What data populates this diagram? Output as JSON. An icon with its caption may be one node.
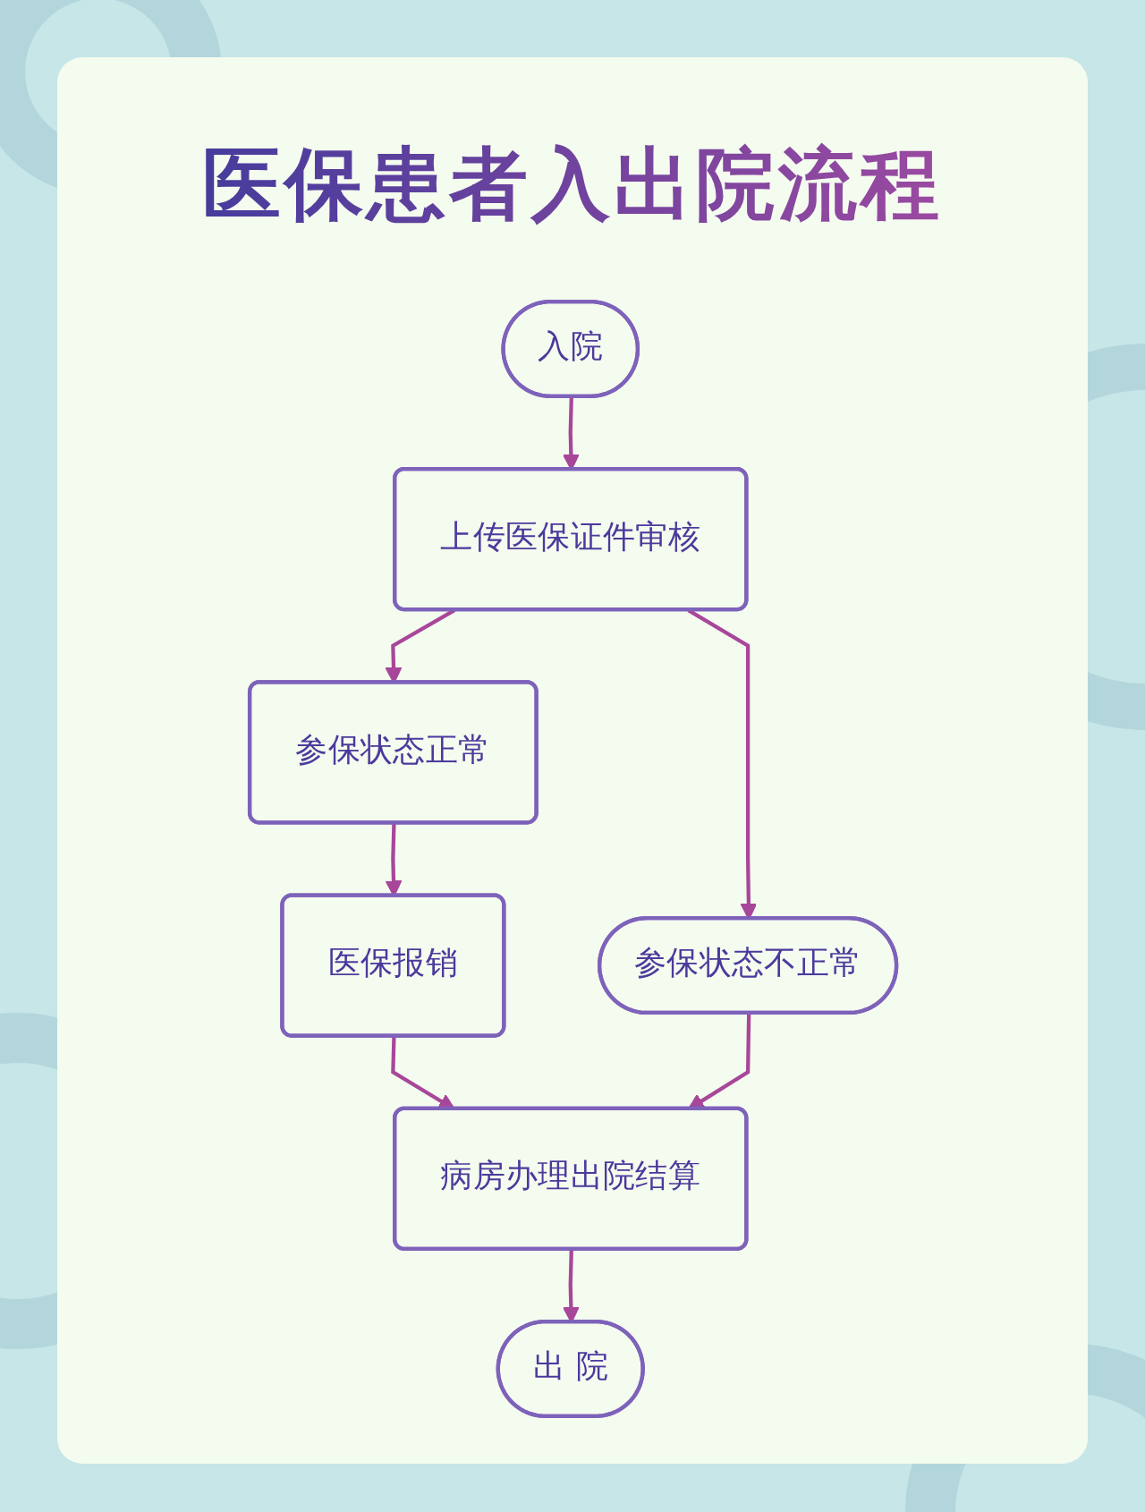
{
  "diagram": {
    "title": "医保患者入出院流程",
    "nodes": [
      {
        "text": [
          "入院"
        ]
      },
      {
        "text": [
          "上传医保证件审核"
        ]
      },
      {
        "text": [
          "参保状态不正常"
        ]
      },
      {
        "text": [
          "参保状态正常"
        ]
      },
      {
        "text": [
          "医保报销"
        ]
      },
      {
        "text": [
          "病房办理出院结算"
        ]
      },
      {
        "text": [
          "出 院"
        ]
      }
    ],
    "edges": [
      {
        "from": 0,
        "to": 1,
        "arrow": "to"
      },
      {
        "from": 1,
        "to": 3,
        "arrow": "to"
      },
      {
        "from": 3,
        "to": 4,
        "arrow": "to"
      },
      {
        "from": 4,
        "to": 5,
        "arrow": "to"
      },
      {
        "from": 1,
        "to": 2,
        "arrow": "to"
      },
      {
        "from": 2,
        "to": 5,
        "arrow": "to"
      },
      {
        "from": 5,
        "to": 6,
        "arrow": "to"
      }
    ]
  }
}
